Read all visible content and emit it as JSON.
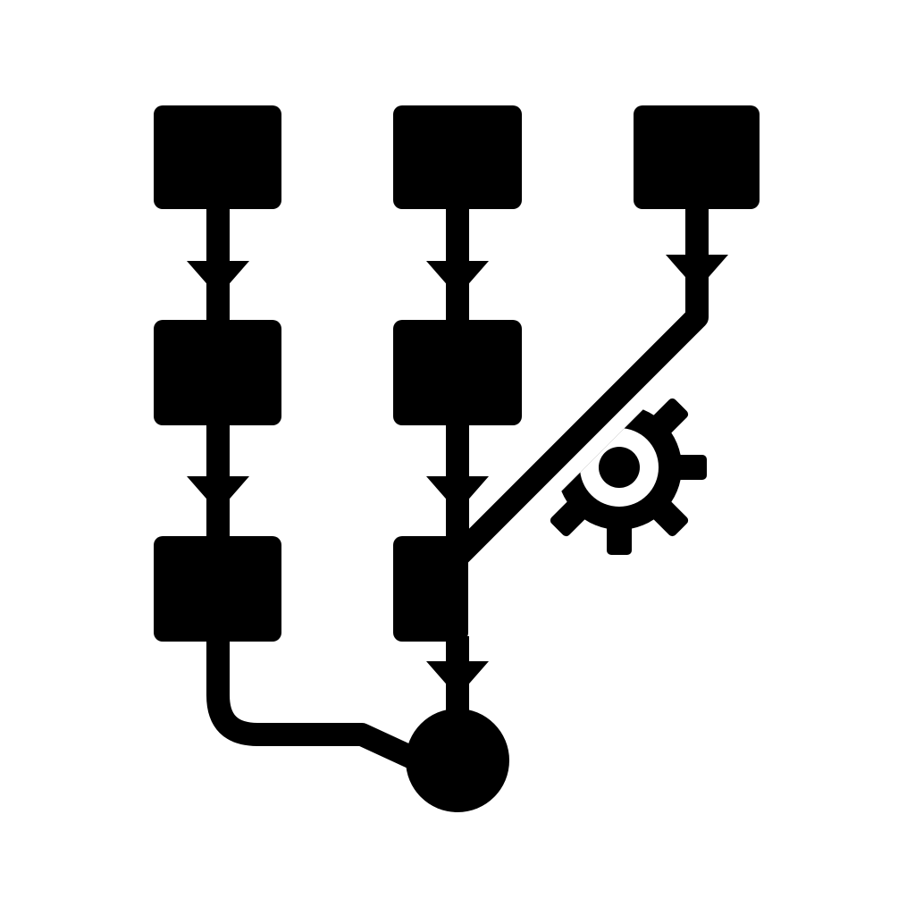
{
  "diagram": {
    "kind": "workflow-pipeline-icon",
    "colors": {
      "ink": "#000000",
      "background": "#ffffff"
    },
    "columns": [
      {
        "id": "left",
        "nodes": 3
      },
      {
        "id": "middle",
        "nodes": 3
      },
      {
        "id": "right",
        "nodes": 1
      }
    ],
    "edges": [
      {
        "from": "left-1",
        "to": "left-2",
        "arrow": true
      },
      {
        "from": "left-2",
        "to": "left-3",
        "arrow": true
      },
      {
        "from": "middle-1",
        "to": "middle-2",
        "arrow": true
      },
      {
        "from": "middle-2",
        "to": "middle-3",
        "arrow": true
      },
      {
        "from": "right-1",
        "to": "middle-3",
        "arrow": true
      },
      {
        "from": "middle-3",
        "to": "end",
        "arrow": true
      },
      {
        "from": "left-3",
        "to": "end",
        "arrow": false
      }
    ],
    "icons": [
      "gear-icon",
      "end-circle"
    ]
  }
}
